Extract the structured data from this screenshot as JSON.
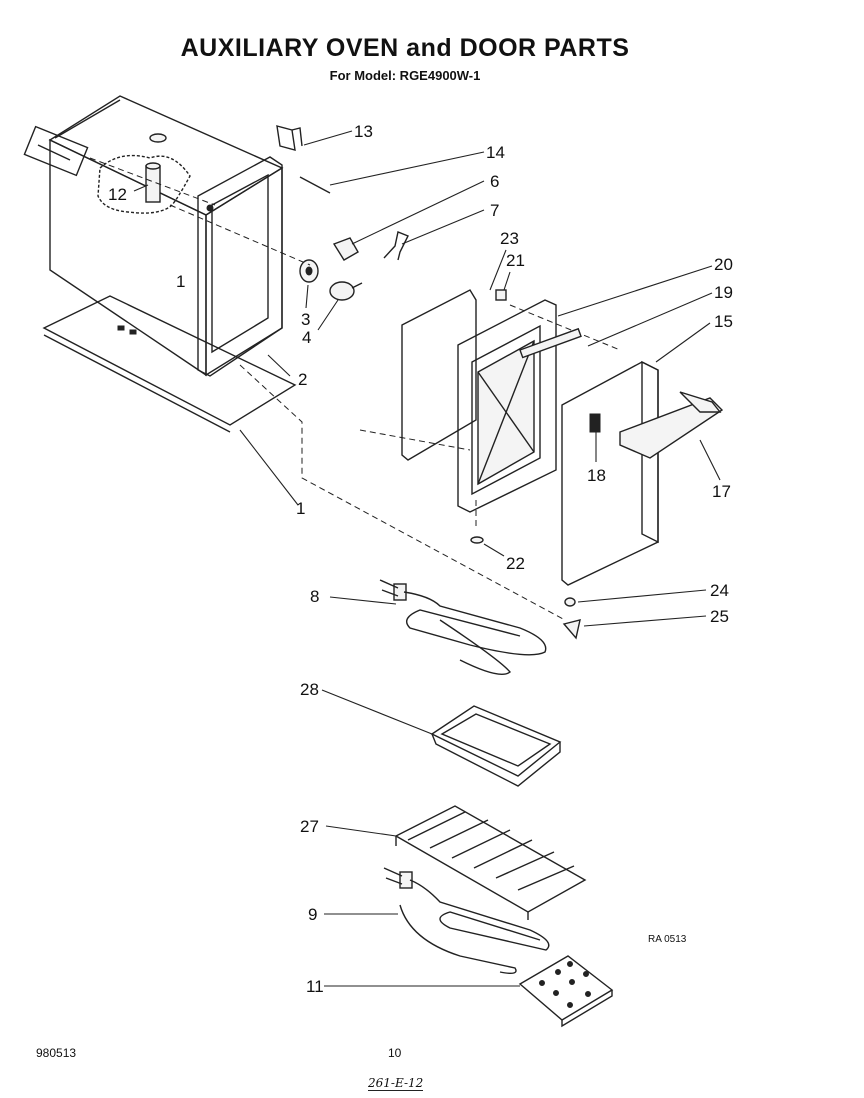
{
  "header": {
    "title": "AUXILIARY OVEN and DOOR PARTS",
    "subtitle": "For Model: RGE4900W-1"
  },
  "callouts": {
    "c1": "1",
    "c1b": "1",
    "c2": "2",
    "c3": "3",
    "c4": "4",
    "c6": "6",
    "c7": "7",
    "c8": "8",
    "c9": "9",
    "c11": "11",
    "c12": "12",
    "c13": "13",
    "c14": "14",
    "c15": "15",
    "c17": "17",
    "c18": "18",
    "c19": "19",
    "c20": "20",
    "c21": "21",
    "c22": "22",
    "c23": "23",
    "c24": "24",
    "c25": "25",
    "c27": "27",
    "c28": "28"
  },
  "footer": {
    "doc_number": "980513",
    "page_number": "10",
    "handwritten": "261-E-12",
    "ref_code": "RA 0513"
  }
}
